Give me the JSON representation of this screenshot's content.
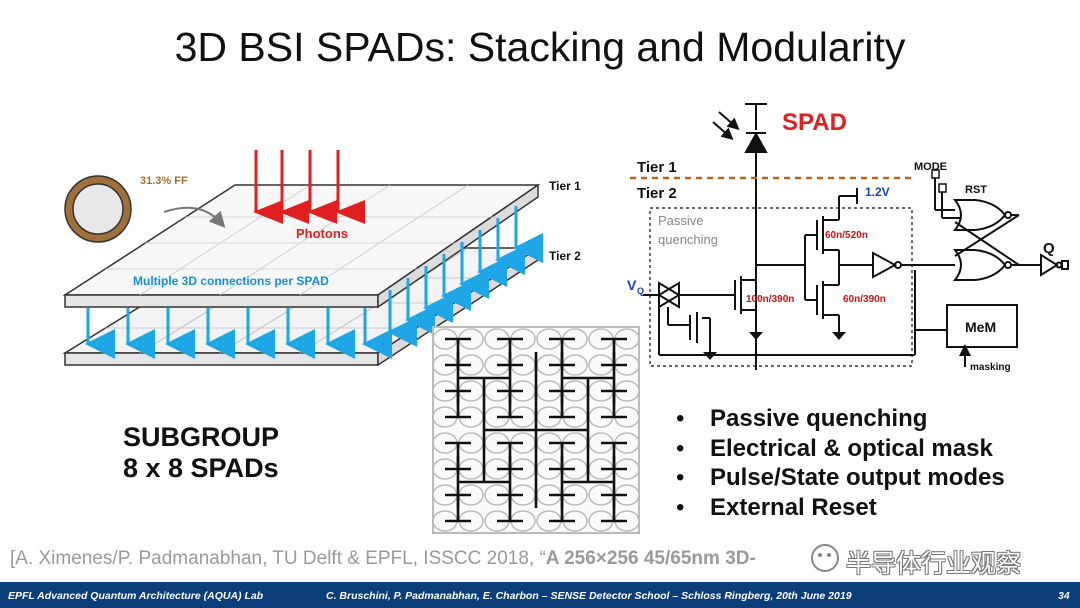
{
  "slide": {
    "title": "3D BSI SPADs: Stacking and Modularity",
    "stack_figure": {
      "ff_label": "31.3% FF",
      "photons_label": "Photons",
      "tier1_label": "Tier 1",
      "tier2_label": "Tier 2",
      "connections_label": "Multiple 3D connections per SPAD"
    },
    "subgroup": {
      "line1": "SUBGROUP",
      "line2": "8 x 8 SPADs"
    },
    "circuit": {
      "spad_label": "SPAD",
      "tier1_label": "Tier 1",
      "tier2_label": "Tier 2",
      "supply_label": "1.2V",
      "passive_label_1": "Passive",
      "passive_label_2": "quenching",
      "vq_label": "V",
      "vq_sub": "Q",
      "t1_size": "100n/390n",
      "t2_size": "60n/520n",
      "t3_size": "60n/390n",
      "mode_label": "MODE",
      "rst_label": "RST",
      "q_label": "Q",
      "mem_label": "MeM",
      "masking_label": "masking"
    },
    "bullets": [
      "Passive quenching",
      "Electrical & optical mask",
      "Pulse/State output modes",
      "External Reset"
    ],
    "bullet_symbol": "•",
    "citation": {
      "prefix": "[A. Ximenes/P. Padmanabhan, TU Delft & EPFL, ISSCC 2018, “",
      "bold": "A 256×256 45/65nm 3D-"
    },
    "watermark": "半导体行业观察",
    "footer": {
      "left": "EPFL Advanced Quantum Architecture (AQUA) Lab",
      "center": "C. Bruschini, P. Padmanabhan, E. Charbon – SENSE Detector School – Schloss Ringberg, 20th June 2019",
      "page": "34"
    },
    "colors": {
      "arrow_red": "#e02020",
      "arrow_blue": "#1ea6e6",
      "label_blue": "#1a8fd6",
      "dash_brown": "#b5651d",
      "ff_ring": "#a0703a",
      "footer_bg": "#0b3d7a",
      "spad_red": "#e02020",
      "supply_blue": "#1c3fbf"
    }
  }
}
